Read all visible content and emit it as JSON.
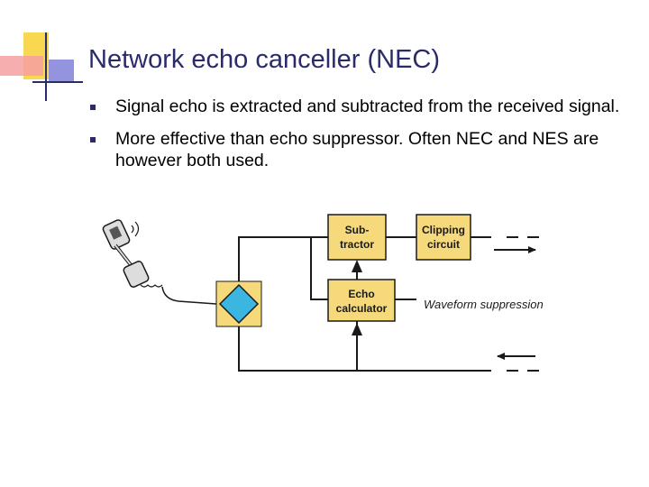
{
  "slide": {
    "title": "Network echo canceller (NEC)",
    "bullets": [
      {
        "text": "Signal echo is extracted and subtracted from the received signal."
      },
      {
        "text": "More effective than echo suppressor. Often NEC and NES are however both used."
      }
    ]
  },
  "diagram": {
    "subtractor_label_line1": "Sub-",
    "subtractor_label_line2": "tractor",
    "clipping_label_line1": "Clipping",
    "clipping_label_line2": "circuit",
    "echo_label_line1": "Echo",
    "echo_label_line2": "calculator",
    "waveform_label": "Waveform suppression",
    "icons": [
      "telephone-icon",
      "hybrid-diamond-icon"
    ],
    "colors": {
      "box_fill": "#f5d97a",
      "diamond_fill": "#3bb6e0",
      "line": "#1a1a1a",
      "title": "#2b2b6b"
    }
  }
}
